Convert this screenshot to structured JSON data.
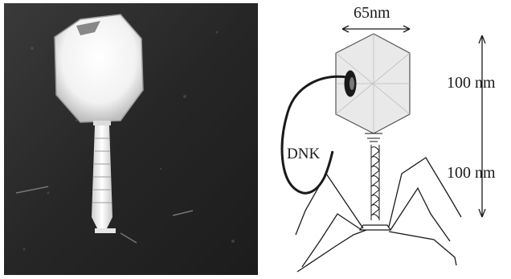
{
  "photo": {
    "description_icon": "electron-micrograph-bacteriophage-icon"
  },
  "diagram": {
    "width_label": "65nm",
    "head_height_label": "100  nm",
    "tail_height_label": "100  nm",
    "dna_label": "DNK"
  },
  "colors": {
    "ink": "#1a1a1a",
    "photo_bg": "#2a2a2a",
    "capsid_fill": "#e9e9e9"
  }
}
